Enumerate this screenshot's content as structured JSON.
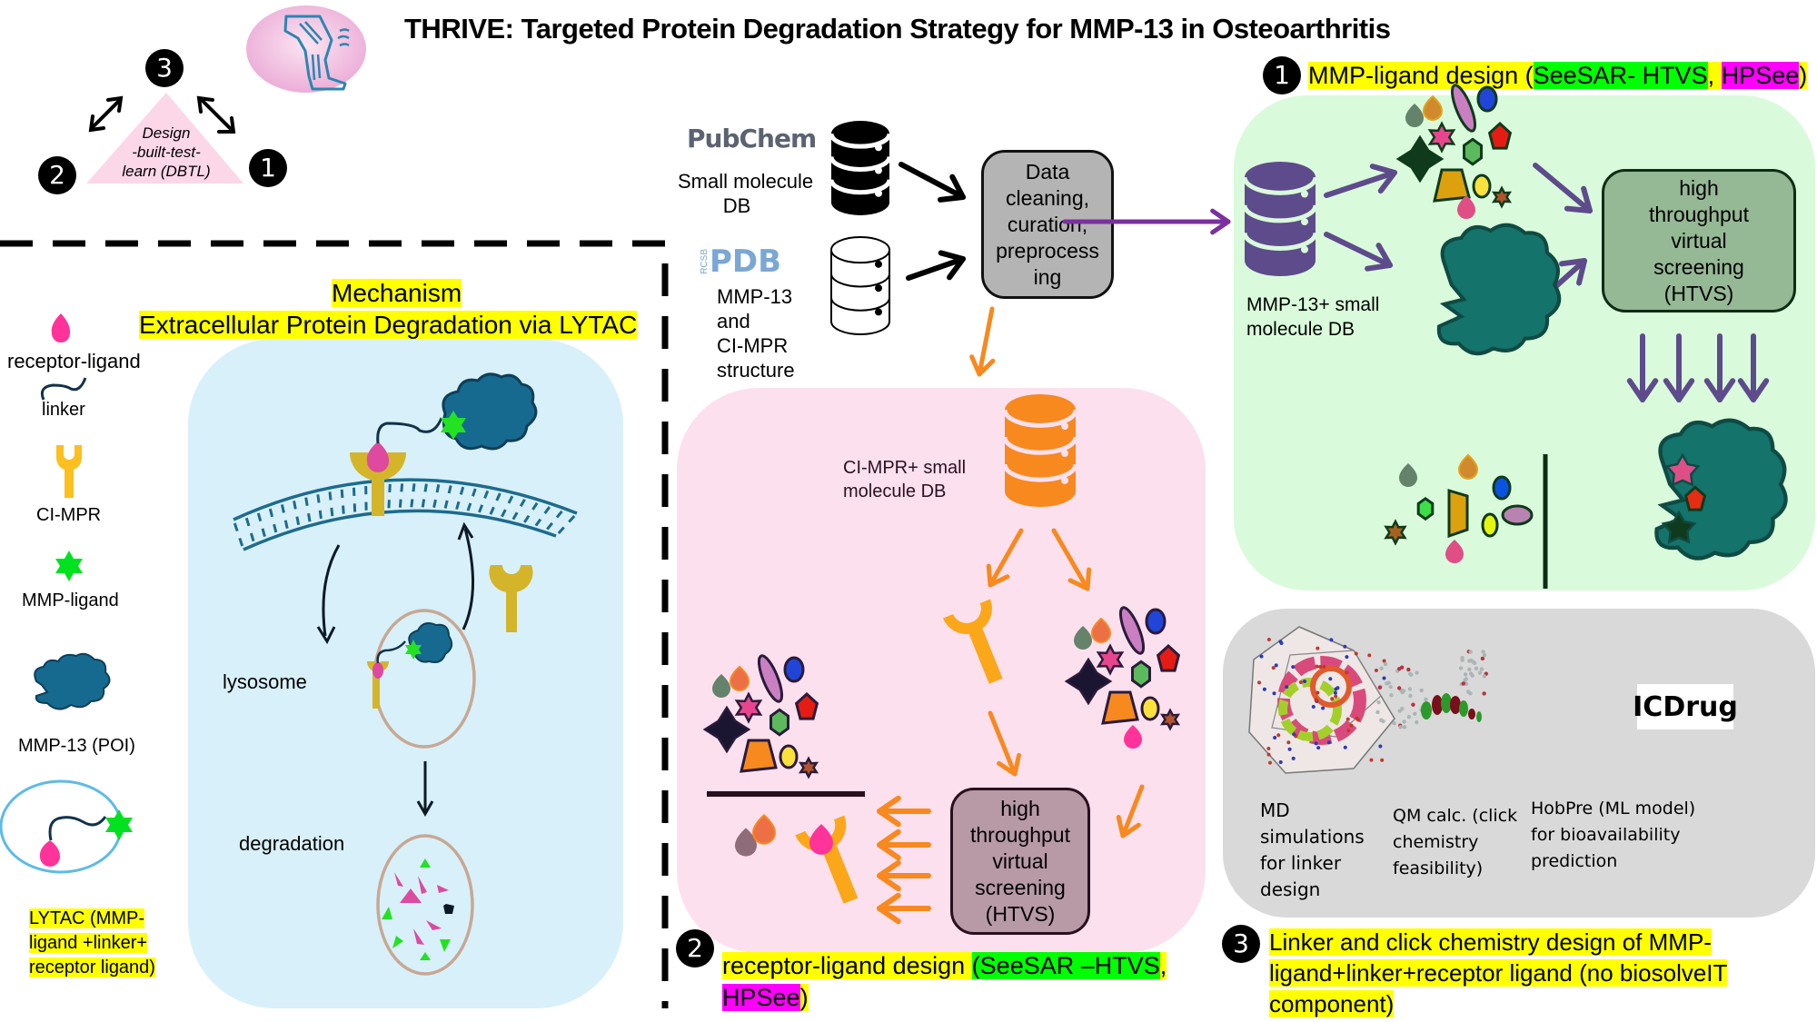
{
  "title": "THRIVE: Targeted Protein Degradation Strategy for MMP-13 in Osteoarthritis",
  "dbtl": {
    "center_text_lines": [
      "Design",
      "-built-test-",
      "learn (DBTL)"
    ],
    "badges": [
      "1",
      "2",
      "3"
    ]
  },
  "mechanism": {
    "heading_line1": "Mechanism",
    "heading_line2": "Extracellular Protein Degradation via LYTAC",
    "lysosome_label": "lysosome",
    "degradation_label": "degradation"
  },
  "legend": {
    "receptor_ligand": "receptor-ligand",
    "linker": "linker",
    "ci_mpr": "CI-MPR",
    "mmp_ligand": "MMP-ligand",
    "mmp13": "MMP-13 (POI)",
    "lytac_lines": [
      "LYTAC (MMP-",
      "ligand +linker+",
      "receptor ligand)"
    ]
  },
  "sources": {
    "pubchem_logo": "PubChem",
    "pubchem_caption_lines": [
      "Small molecule",
      "DB"
    ],
    "pdb_logo_prefix": "RCSB",
    "pdb_logo": "PDB",
    "pdb_caption_lines": [
      "MMP-13",
      "and",
      "CI-MPR",
      "structure"
    ],
    "cleaning_box_lines": [
      "Data",
      "cleaning,",
      "curation,",
      "preprocess",
      "ing"
    ]
  },
  "step1": {
    "badge": "1",
    "title_main": "MMP-ligand design (",
    "title_tool1": "SeeSAR- HTVS",
    "title_sep": ", ",
    "title_tool2": "HPSee",
    "title_end": ")",
    "db_label_lines": [
      "MMP-13+ small",
      "molecule DB"
    ],
    "htvs_lines": [
      "high",
      "throughput",
      "virtual",
      "screening",
      "(HTVS)"
    ]
  },
  "step2": {
    "badge": "2",
    "title_main": "receptor-ligand design ",
    "title_tool1": "(SeeSAR –HTVS",
    "title_sep": ",",
    "title_tool2": "HPSee",
    "title_end": ")",
    "db_label_lines": [
      "CI-MPR+ small",
      "molecule DB"
    ],
    "htvs_lines": [
      "high",
      "throughput",
      "virtual",
      "screening",
      "(HTVS)"
    ]
  },
  "step3": {
    "badge": "3",
    "title_lines": [
      "Linker and click chemistry design of MMP-",
      "ligand+linker+receptor ligand (no biosolveIT",
      "component)"
    ],
    "md_lines": [
      "MD",
      "simulations",
      "for linker",
      "design"
    ],
    "qm_lines": [
      "QM calc.  (click",
      "chemistry",
      "feasibility)"
    ],
    "hobpre_lines": [
      "HobPre (ML model)",
      "for bioavailability",
      "prediction"
    ],
    "icdrug_logo": "ICDrug"
  },
  "colors": {
    "highlight_yellow": "#ffff00",
    "highlight_green": "#00ff00",
    "highlight_magenta": "#ff00ff",
    "panel_green": "#d9fbdb",
    "panel_pink": "#fde0ee",
    "panel_blue": "#d8f0fa",
    "panel_grey": "#d9d9d9",
    "purple": "#5e4b8b",
    "orange": "#f7891f",
    "teal_protein": "#14736b",
    "blue_protein": "#166a8f"
  }
}
